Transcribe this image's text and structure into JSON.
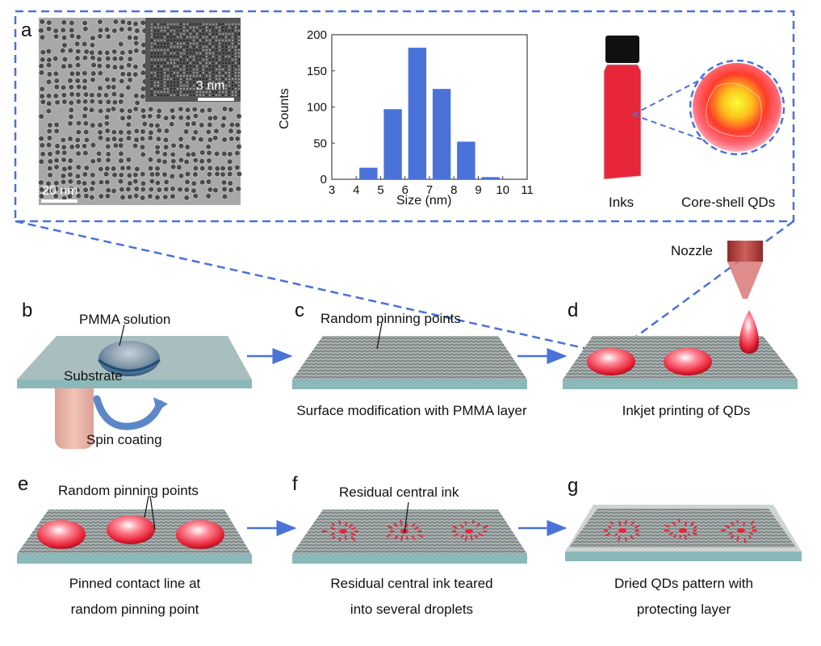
{
  "figure": {
    "panels": {
      "a": {
        "letter": "a",
        "tem": {
          "scale_main": "20 nm",
          "scale_inset": "3 nm"
        },
        "vial_label": "Inks",
        "qd_label": "Core-shell QDs"
      },
      "b": {
        "letter": "b",
        "drop_label": "PMMA solution",
        "substrate_label": "Substrate",
        "spin_label": "Spin coating"
      },
      "c": {
        "letter": "c",
        "pointer_label": "Random pinning points",
        "caption": "Surface modification with PMMA layer"
      },
      "d": {
        "letter": "d",
        "nozzle_label": "Nozzle",
        "caption": "Inkjet printing of QDs"
      },
      "e": {
        "letter": "e",
        "pointer_label": "Random pinning points",
        "caption_line1": "Pinned contact line at",
        "caption_line2": "random pinning point"
      },
      "f": {
        "letter": "f",
        "pointer_label": "Residual central ink",
        "caption_line1": "Residual central ink teared",
        "caption_line2": "into several droplets"
      },
      "g": {
        "letter": "g",
        "caption_line1": "Dried QDs pattern with",
        "caption_line2": "protecting layer"
      }
    },
    "colors": {
      "accent_dash": "#4a72d8",
      "bar": "#4a72d8",
      "substrate_top": "#a9bfbf",
      "substrate_edge": "#8bb8b8",
      "ink_red": "#e8263a"
    }
  },
  "chart_data": {
    "type": "bar",
    "title": "",
    "xlabel": "Size (nm)",
    "ylabel": "Counts",
    "xlim": [
      3,
      11
    ],
    "ylim": [
      0,
      200
    ],
    "xticks": [
      "3",
      "4",
      "5",
      "6",
      "7",
      "8",
      "9",
      "10",
      "11"
    ],
    "yticks": [
      "0",
      "50",
      "100",
      "150",
      "200"
    ],
    "categories": [
      "4-5",
      "5-6",
      "6-7",
      "7-8",
      "8-9",
      "9-10"
    ],
    "bin_centers": [
      4.5,
      5.5,
      6.5,
      7.5,
      8.5,
      9.5
    ],
    "values": [
      16,
      97,
      182,
      125,
      52,
      3
    ],
    "grid": false,
    "legend": "none"
  }
}
